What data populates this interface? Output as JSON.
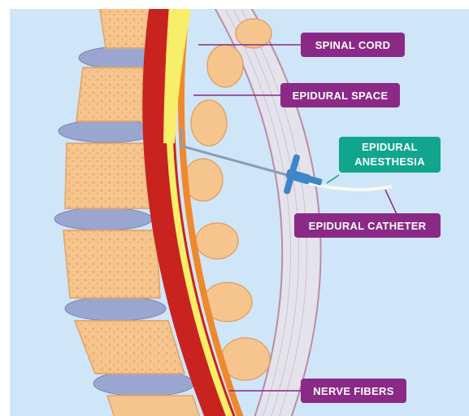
{
  "labels": {
    "spinal_cord": "SPINAL CORD",
    "epidural_space": "EPIDURAL SPACE",
    "epidural_anesthesia": "EPIDURAL ANESTHESIA",
    "epidural_catheter": "EPIDURAL CATHETER",
    "nerve_fibers": "NERVE FIBERS"
  },
  "colors": {
    "background": "#cfe6f8",
    "label_purple": "#8a2a86",
    "label_teal": "#12a58e",
    "vertebra": "#f6c58e",
    "disc": "#9aa6cf",
    "dura_red": "#c8231f",
    "cord_yellow": "#f7ee6a",
    "catheter_blue": "#3d86c9"
  }
}
